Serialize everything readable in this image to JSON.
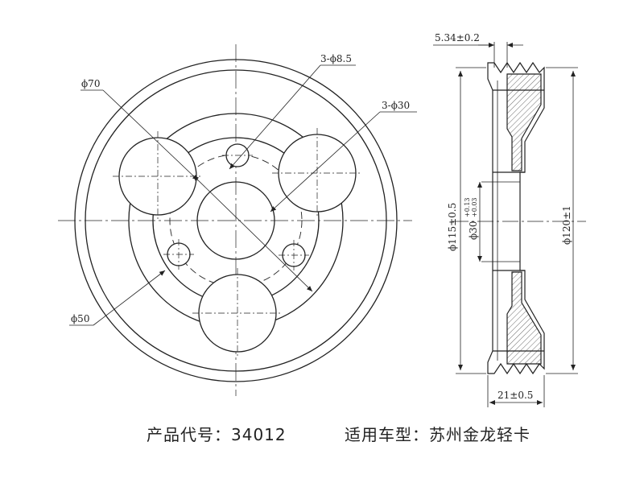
{
  "front_view": {
    "outer_diameter_label": "ϕ70",
    "hole_small_label": "3-ϕ8.5",
    "hole_large_label": "3-ϕ30",
    "bolt_circle_label": "ϕ50"
  },
  "side_view": {
    "groove_width_label": "5.34±0.2",
    "diameter_115_label": "ϕ115±0.5",
    "bore_label": "ϕ30",
    "bore_tol_upper": "+0.13",
    "bore_tol_lower": "+0.03",
    "diameter_120_label": "ϕ120±1",
    "width_label": "21±0.5"
  },
  "caption": {
    "product_code": "产品代号：34012",
    "vehicle": "适用车型：苏州金龙轻卡"
  },
  "colors": {
    "line": "#222222",
    "hatch": "#444444",
    "background": "#ffffff"
  }
}
